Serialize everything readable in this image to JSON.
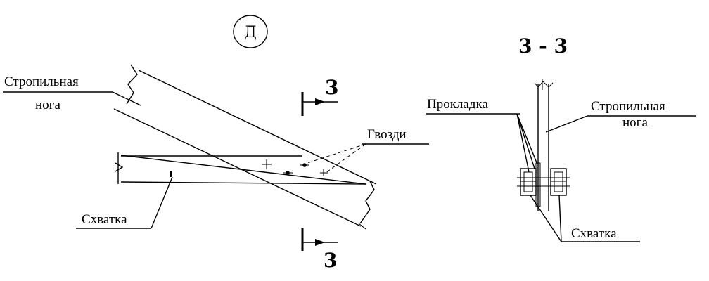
{
  "callout": "Д",
  "section": {
    "title": "3 - 3",
    "mark_top": "3",
    "mark_bottom": "3"
  },
  "left_labels": {
    "rafter": [
      "Стропильная",
      "нога"
    ],
    "nails": "Гвозди",
    "tie": "Схватка"
  },
  "right_labels": {
    "pad": "Прокладка",
    "rafter": [
      "Стропильная",
      "нога"
    ],
    "tie": "Схватка"
  }
}
